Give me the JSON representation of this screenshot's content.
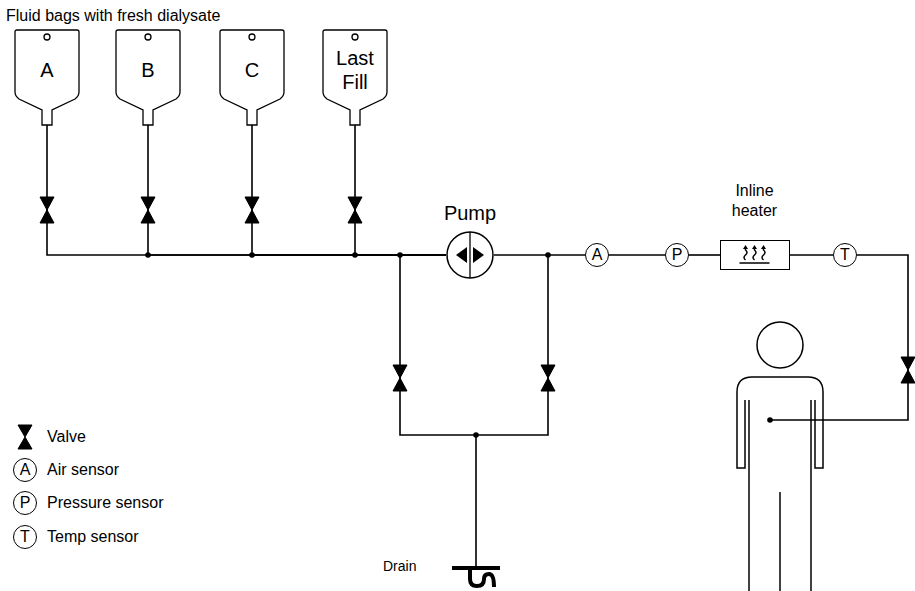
{
  "diagram": {
    "title": "Fluid bags with fresh dialysate",
    "nodes": [
      {
        "text": [
          "A"
        ]
      },
      {
        "text": [
          "B"
        ]
      },
      {
        "text": [
          "C"
        ]
      },
      {
        "text": [
          "Last Fill"
        ]
      },
      {
        "text": [
          "Pump"
        ]
      },
      {
        "text": [
          "A"
        ]
      },
      {
        "text": [
          "P"
        ]
      },
      {
        "text": [
          "Inline heater"
        ]
      },
      {
        "text": [
          "T"
        ]
      }
    ],
    "edges": [
      {
        "from": 0,
        "to": 4,
        "arrow": "none"
      },
      {
        "from": 1,
        "to": 4,
        "arrow": "none"
      },
      {
        "from": 2,
        "to": 4,
        "arrow": "none"
      },
      {
        "from": 3,
        "to": 4,
        "arrow": "none"
      },
      {
        "from": 4,
        "to": 5,
        "arrow": "none"
      },
      {
        "from": 5,
        "to": 6,
        "arrow": "none"
      },
      {
        "from": 6,
        "to": 7,
        "arrow": "none"
      },
      {
        "from": 7,
        "to": 8,
        "arrow": "none"
      }
    ],
    "labels": [
      "Drain",
      "A",
      "P",
      "T"
    ],
    "legend": [
      {
        "text": "Valve"
      },
      {
        "text": "Air sensor"
      },
      {
        "text": "Pressure sensor"
      },
      {
        "text": "Temp sensor"
      }
    ]
  }
}
